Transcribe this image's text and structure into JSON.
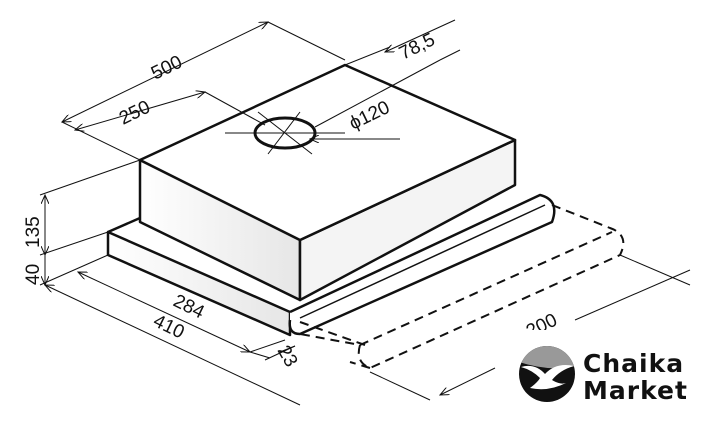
{
  "dimensions": {
    "width_total": "500",
    "center_offset": "250",
    "outlet_offset": "78,5",
    "outlet_diameter": "ϕ120",
    "body_height": "135",
    "panel_height": "40",
    "body_depth": "284",
    "total_depth": "410",
    "front_lip": "23",
    "extension": "200"
  },
  "logo": {
    "line1": "Chaika",
    "line2": "Market",
    "colors": {
      "circle_top": "#999999",
      "circle_bottom": "#111111"
    }
  }
}
